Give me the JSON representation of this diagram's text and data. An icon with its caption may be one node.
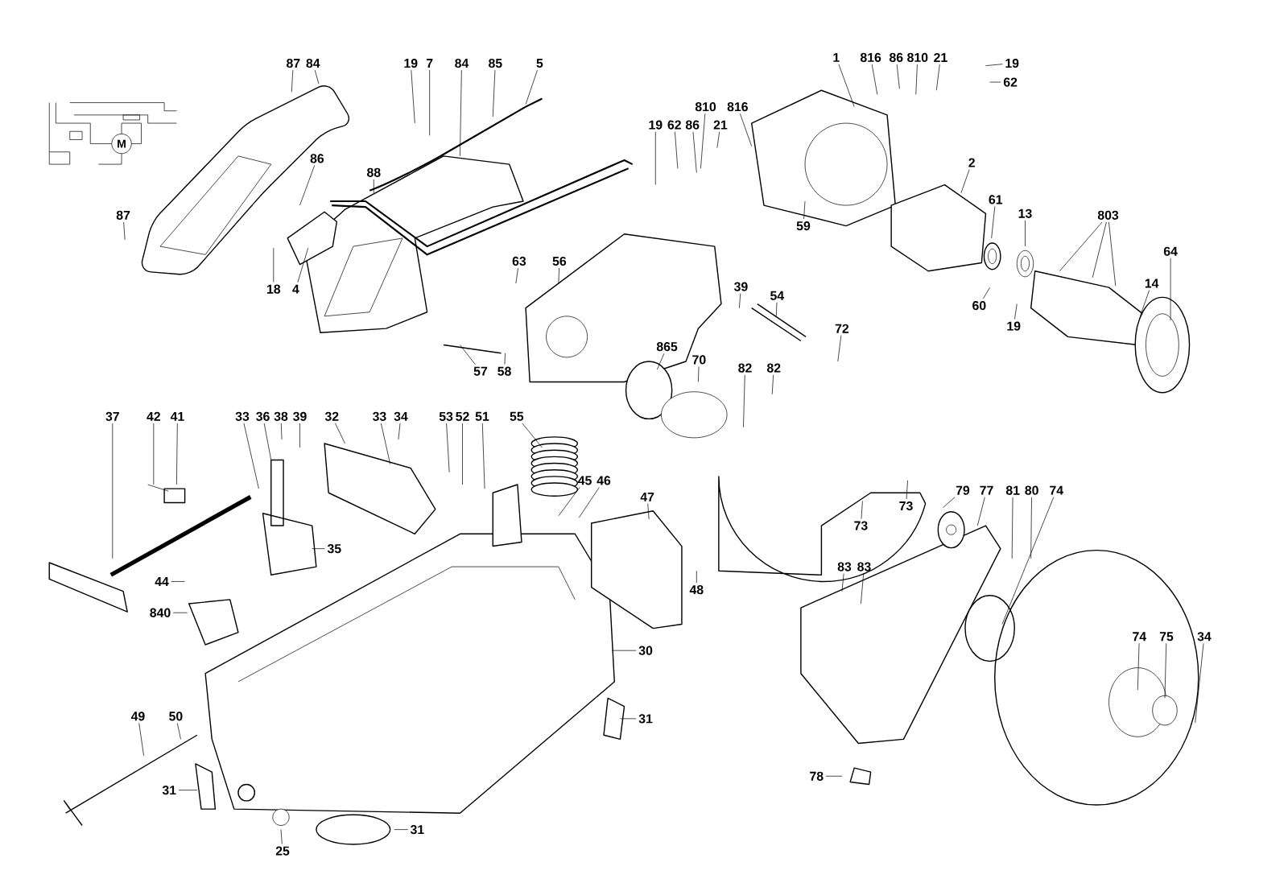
{
  "diagram": {
    "nodes": [
      {
        "text": [
          "87"
        ]
      },
      {
        "text": [
          "84"
        ]
      },
      {
        "text": [
          "19"
        ]
      },
      {
        "text": [
          "7"
        ]
      },
      {
        "text": [
          "84"
        ]
      },
      {
        "text": [
          "85"
        ]
      },
      {
        "text": [
          "5"
        ]
      },
      {
        "text": [
          "86"
        ]
      },
      {
        "text": [
          "88"
        ]
      },
      {
        "text": [
          "87"
        ]
      },
      {
        "text": [
          "18"
        ]
      },
      {
        "text": [
          "4"
        ]
      },
      {
        "text": [
          "1"
        ]
      },
      {
        "text": [
          "816"
        ]
      },
      {
        "text": [
          "86"
        ]
      },
      {
        "text": [
          "810"
        ]
      },
      {
        "text": [
          "21"
        ]
      },
      {
        "text": [
          "19"
        ]
      },
      {
        "text": [
          "62"
        ]
      },
      {
        "text": [
          "810"
        ]
      },
      {
        "text": [
          "816"
        ]
      },
      {
        "text": [
          "19"
        ]
      },
      {
        "text": [
          "62"
        ]
      },
      {
        "text": [
          "86"
        ]
      },
      {
        "text": [
          "21"
        ]
      },
      {
        "text": [
          "59"
        ]
      },
      {
        "text": [
          "2"
        ]
      },
      {
        "text": [
          "61"
        ]
      },
      {
        "text": [
          "13"
        ]
      },
      {
        "text": [
          "803"
        ]
      },
      {
        "text": [
          "14"
        ]
      },
      {
        "text": [
          "64"
        ]
      },
      {
        "text": [
          "60"
        ]
      },
      {
        "text": [
          "19"
        ]
      },
      {
        "text": [
          "63"
        ]
      },
      {
        "text": [
          "56"
        ]
      },
      {
        "text": [
          "39"
        ]
      },
      {
        "text": [
          "54"
        ]
      },
      {
        "text": [
          "72"
        ]
      },
      {
        "text": [
          "57"
        ]
      },
      {
        "text": [
          "58"
        ]
      },
      {
        "text": [
          "865"
        ]
      },
      {
        "text": [
          "70"
        ]
      },
      {
        "text": [
          "82"
        ]
      },
      {
        "text": [
          "82"
        ]
      },
      {
        "text": [
          "37"
        ]
      },
      {
        "text": [
          "42"
        ]
      },
      {
        "text": [
          "41"
        ]
      },
      {
        "text": [
          "33"
        ]
      },
      {
        "text": [
          "36"
        ]
      },
      {
        "text": [
          "38"
        ]
      },
      {
        "text": [
          "39"
        ]
      },
      {
        "text": [
          "32"
        ]
      },
      {
        "text": [
          "33"
        ]
      },
      {
        "text": [
          "34"
        ]
      },
      {
        "text": [
          "53"
        ]
      },
      {
        "text": [
          "52"
        ]
      },
      {
        "text": [
          "51"
        ]
      },
      {
        "text": [
          "55"
        ]
      },
      {
        "text": [
          "45"
        ]
      },
      {
        "text": [
          "46"
        ]
      },
      {
        "text": [
          "47"
        ]
      },
      {
        "text": [
          "35"
        ]
      },
      {
        "text": [
          "44"
        ]
      },
      {
        "text": [
          "840"
        ]
      },
      {
        "text": [
          "48"
        ]
      },
      {
        "text": [
          "73"
        ]
      },
      {
        "text": [
          "73"
        ]
      },
      {
        "text": [
          "79"
        ]
      },
      {
        "text": [
          "77"
        ]
      },
      {
        "text": [
          "81"
        ]
      },
      {
        "text": [
          "80"
        ]
      },
      {
        "text": [
          "74"
        ]
      },
      {
        "text": [
          "83"
        ]
      },
      {
        "text": [
          "83"
        ]
      },
      {
        "text": [
          "30"
        ]
      },
      {
        "text": [
          "31"
        ]
      },
      {
        "text": [
          "49"
        ]
      },
      {
        "text": [
          "50"
        ]
      },
      {
        "text": [
          "74"
        ]
      },
      {
        "text": [
          "75"
        ]
      },
      {
        "text": [
          "34"
        ]
      },
      {
        "text": [
          "31"
        ]
      },
      {
        "text": [
          "78"
        ]
      },
      {
        "text": [
          "31"
        ]
      },
      {
        "text": [
          "25"
        ]
      }
    ],
    "edges": [
      {
        "from": 0,
        "to": null,
        "arrow": "none"
      },
      {
        "from": 1,
        "to": null,
        "arrow": "none"
      },
      {
        "from": 2,
        "to": null,
        "arrow": "none"
      },
      {
        "from": 3,
        "to": null,
        "arrow": "none"
      },
      {
        "from": 4,
        "to": null,
        "arrow": "none"
      },
      {
        "from": 5,
        "to": null,
        "arrow": "none"
      },
      {
        "from": 6,
        "to": null,
        "arrow": "none"
      },
      {
        "from": 7,
        "to": null,
        "arrow": "none"
      },
      {
        "from": 8,
        "to": null,
        "arrow": "none"
      },
      {
        "from": 9,
        "to": null,
        "arrow": "none"
      },
      {
        "from": 10,
        "to": null,
        "arrow": "none"
      },
      {
        "from": 11,
        "to": null,
        "arrow": "none"
      },
      {
        "from": 12,
        "to": null,
        "arrow": "none"
      },
      {
        "from": 13,
        "to": null,
        "arrow": "none"
      },
      {
        "from": 14,
        "to": null,
        "arrow": "none"
      },
      {
        "from": 15,
        "to": null,
        "arrow": "none"
      },
      {
        "from": 16,
        "to": null,
        "arrow": "none"
      },
      {
        "from": 17,
        "to": null,
        "arrow": "none"
      },
      {
        "from": 18,
        "to": null,
        "arrow": "none"
      },
      {
        "from": 19,
        "to": null,
        "arrow": "none"
      },
      {
        "from": 20,
        "to": null,
        "arrow": "none"
      },
      {
        "from": 21,
        "to": null,
        "arrow": "none"
      },
      {
        "from": 22,
        "to": null,
        "arrow": "none"
      },
      {
        "from": 23,
        "to": null,
        "arrow": "none"
      },
      {
        "from": 24,
        "to": null,
        "arrow": "none"
      },
      {
        "from": 25,
        "to": null,
        "arrow": "none"
      },
      {
        "from": 26,
        "to": null,
        "arrow": "none"
      },
      {
        "from": 27,
        "to": null,
        "arrow": "none"
      },
      {
        "from": 28,
        "to": null,
        "arrow": "none"
      },
      {
        "from": 29,
        "to": null,
        "arrow": "none"
      },
      {
        "from": 29,
        "to": null,
        "arrow": "none"
      },
      {
        "from": 29,
        "to": null,
        "arrow": "none"
      },
      {
        "from": 30,
        "to": null,
        "arrow": "none"
      },
      {
        "from": 31,
        "to": null,
        "arrow": "none"
      },
      {
        "from": 32,
        "to": null,
        "arrow": "none"
      },
      {
        "from": 33,
        "to": null,
        "arrow": "none"
      },
      {
        "from": 34,
        "to": null,
        "arrow": "none"
      },
      {
        "from": 35,
        "to": null,
        "arrow": "none"
      },
      {
        "from": 36,
        "to": null,
        "arrow": "none"
      },
      {
        "from": 37,
        "to": null,
        "arrow": "none"
      },
      {
        "from": 38,
        "to": null,
        "arrow": "none"
      },
      {
        "from": 39,
        "to": null,
        "arrow": "none"
      },
      {
        "from": 40,
        "to": null,
        "arrow": "none"
      },
      {
        "from": 41,
        "to": null,
        "arrow": "none"
      },
      {
        "from": 42,
        "to": null,
        "arrow": "none"
      },
      {
        "from": 43,
        "to": null,
        "arrow": "none"
      },
      {
        "from": 44,
        "to": null,
        "arrow": "none"
      },
      {
        "from": 45,
        "to": null,
        "arrow": "none"
      },
      {
        "from": 46,
        "to": null,
        "arrow": "none"
      },
      {
        "from": 47,
        "to": null,
        "arrow": "none"
      },
      {
        "from": 48,
        "to": null,
        "arrow": "none"
      },
      {
        "from": 49,
        "to": null,
        "arrow": "none"
      },
      {
        "from": 50,
        "to": null,
        "arrow": "none"
      },
      {
        "from": 51,
        "to": null,
        "arrow": "none"
      },
      {
        "from": 52,
        "to": null,
        "arrow": "none"
      },
      {
        "from": 53,
        "to": null,
        "arrow": "none"
      },
      {
        "from": 54,
        "to": null,
        "arrow": "none"
      },
      {
        "from": 55,
        "to": null,
        "arrow": "none"
      },
      {
        "from": 56,
        "to": null,
        "arrow": "none"
      },
      {
        "from": 57,
        "to": null,
        "arrow": "none"
      },
      {
        "from": 58,
        "to": null,
        "arrow": "none"
      },
      {
        "from": 59,
        "to": null,
        "arrow": "none"
      },
      {
        "from": 60,
        "to": null,
        "arrow": "none"
      },
      {
        "from": 61,
        "to": null,
        "arrow": "none"
      },
      {
        "from": 62,
        "to": null,
        "arrow": "none"
      },
      {
        "from": 63,
        "to": null,
        "arrow": "none"
      },
      {
        "from": 64,
        "to": null,
        "arrow": "none"
      },
      {
        "from": 65,
        "to": null,
        "arrow": "none"
      },
      {
        "from": 66,
        "to": null,
        "arrow": "none"
      },
      {
        "from": 67,
        "to": null,
        "arrow": "none"
      },
      {
        "from": 68,
        "to": null,
        "arrow": "none"
      },
      {
        "from": 69,
        "to": null,
        "arrow": "none"
      },
      {
        "from": 70,
        "to": null,
        "arrow": "none"
      },
      {
        "from": 71,
        "to": null,
        "arrow": "none"
      },
      {
        "from": 72,
        "to": null,
        "arrow": "none"
      },
      {
        "from": 73,
        "to": null,
        "arrow": "none"
      },
      {
        "from": 74,
        "to": null,
        "arrow": "none"
      },
      {
        "from": 75,
        "to": null,
        "arrow": "none"
      },
      {
        "from": 76,
        "to": null,
        "arrow": "none"
      },
      {
        "from": 77,
        "to": null,
        "arrow": "none"
      },
      {
        "from": 78,
        "to": null,
        "arrow": "none"
      },
      {
        "from": 79,
        "to": null,
        "arrow": "none"
      },
      {
        "from": 80,
        "to": null,
        "arrow": "none"
      },
      {
        "from": 81,
        "to": null,
        "arrow": "none"
      },
      {
        "from": 82,
        "to": null,
        "arrow": "none"
      },
      {
        "from": 83,
        "to": null,
        "arrow": "none"
      },
      {
        "from": 84,
        "to": null,
        "arrow": "none"
      },
      {
        "from": 85,
        "to": null,
        "arrow": "none"
      }
    ],
    "labels": [
      "M"
    ]
  }
}
